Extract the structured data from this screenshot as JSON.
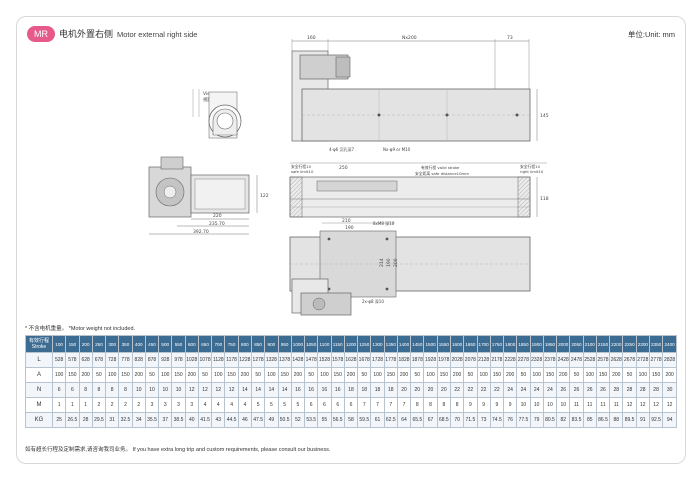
{
  "header": {
    "badge": "MR",
    "title_cn": "电机外置右侧",
    "title_en": "Motor external right side",
    "unit": "单位:Unit: mm",
    "badge_color": "#e55a8a"
  },
  "drawing": {
    "top_view": {
      "dim_160": "160",
      "dim_nx200": "Nx200",
      "dim_73": "73",
      "dim_145": "145",
      "hole_depth": "4-φ6 沉孔深7",
      "holes": "Nx-φ9 or M10"
    },
    "side_view": {
      "safety_left": "安全行程10",
      "safety_left_en": "safe limit10",
      "dim_250": "250",
      "stroke": "有效行程 valid stroke",
      "safety_distance": "安全距离 safe distance10mm",
      "safety_right": "安全行程10",
      "safety_right_en": "right limit10",
      "dim_118": "118"
    },
    "bottom_view": {
      "dim_210": "210",
      "dim_190": "190",
      "thread": "8xM8 深10",
      "dim_214": "214",
      "dim_190v": "190",
      "dim_200": "200",
      "pin": "2x-φ8 深10"
    },
    "end_view": {
      "label_cn": "View",
      "label_cn2": "视图A"
    },
    "motor_view": {
      "dim_122": "122",
      "dim_220": "220",
      "dim_235": "235.70",
      "dim_392": "392.70"
    }
  },
  "note": "* 不含电机重量。 *Motor weight not included.",
  "table": {
    "header_label": "有效行程 Stroke",
    "strokes": [
      "100",
      "150",
      "200",
      "250",
      "300",
      "350",
      "400",
      "450",
      "500",
      "550",
      "600",
      "650",
      "700",
      "750",
      "800",
      "850",
      "900",
      "950",
      "1000",
      "1050",
      "1100",
      "1150",
      "1200",
      "1250",
      "1300",
      "1350",
      "1400",
      "1450",
      "1500",
      "1550",
      "1600",
      "1650",
      "1700",
      "1750",
      "1800",
      "1850",
      "1900",
      "1950",
      "2000",
      "2050",
      "2100",
      "2150",
      "2200",
      "2250",
      "2300",
      "2350",
      "2400"
    ],
    "rows": [
      {
        "label": "L",
        "values": [
          "528",
          "578",
          "628",
          "678",
          "728",
          "778",
          "828",
          "878",
          "928",
          "978",
          "1028",
          "1078",
          "1128",
          "1178",
          "1228",
          "1278",
          "1328",
          "1378",
          "1428",
          "1478",
          "1528",
          "1578",
          "1628",
          "1678",
          "1728",
          "1778",
          "1828",
          "1878",
          "1928",
          "1978",
          "2028",
          "2078",
          "2128",
          "2178",
          "2228",
          "2278",
          "2328",
          "2378",
          "2428",
          "2478",
          "2528",
          "2578",
          "2628",
          "2678",
          "2728",
          "2778",
          "2828"
        ]
      },
      {
        "label": "A",
        "values": [
          "100",
          "150",
          "200",
          "50",
          "100",
          "150",
          "200",
          "50",
          "100",
          "150",
          "200",
          "50",
          "100",
          "150",
          "200",
          "50",
          "100",
          "150",
          "200",
          "50",
          "100",
          "150",
          "200",
          "50",
          "100",
          "150",
          "200",
          "50",
          "100",
          "150",
          "200",
          "50",
          "100",
          "150",
          "200",
          "50",
          "100",
          "150",
          "200",
          "50",
          "100",
          "150",
          "200",
          "50",
          "100",
          "150",
          "200"
        ]
      },
      {
        "label": "N",
        "values": [
          "6",
          "6",
          "8",
          "8",
          "8",
          "8",
          "10",
          "10",
          "10",
          "10",
          "12",
          "12",
          "12",
          "12",
          "14",
          "14",
          "14",
          "14",
          "16",
          "16",
          "16",
          "16",
          "18",
          "18",
          "18",
          "18",
          "20",
          "20",
          "20",
          "20",
          "22",
          "22",
          "22",
          "22",
          "24",
          "24",
          "24",
          "24",
          "26",
          "26",
          "26",
          "26",
          "28",
          "28",
          "28",
          "28",
          "30"
        ]
      },
      {
        "label": "M",
        "values": [
          "1",
          "1",
          "1",
          "2",
          "2",
          "2",
          "2",
          "3",
          "3",
          "3",
          "3",
          "4",
          "4",
          "4",
          "4",
          "5",
          "5",
          "5",
          "5",
          "6",
          "6",
          "6",
          "6",
          "7",
          "7",
          "7",
          "7",
          "8",
          "8",
          "8",
          "8",
          "9",
          "9",
          "9",
          "9",
          "10",
          "10",
          "10",
          "10",
          "11",
          "11",
          "11",
          "11",
          "12",
          "12",
          "12",
          "12"
        ]
      },
      {
        "label": "KG",
        "values": [
          "25",
          "26.5",
          "28",
          "29.5",
          "31",
          "32.5",
          "34",
          "35.5",
          "37",
          "38.5",
          "40",
          "41.5",
          "43",
          "44.5",
          "46",
          "47.5",
          "49",
          "50.5",
          "52",
          "53.5",
          "55",
          "56.5",
          "58",
          "59.5",
          "61",
          "62.5",
          "64",
          "65.5",
          "67",
          "68.5",
          "70",
          "71.5",
          "73",
          "74.5",
          "76",
          "77.5",
          "79",
          "80.5",
          "82",
          "83.5",
          "85",
          "86.5",
          "88",
          "89.5",
          "91",
          "92.5",
          "94"
        ]
      }
    ]
  },
  "footer": "如有超长行程及定制需求,请咨询我司业务。 If you have extra long trip and custom requirements, please consult our business."
}
